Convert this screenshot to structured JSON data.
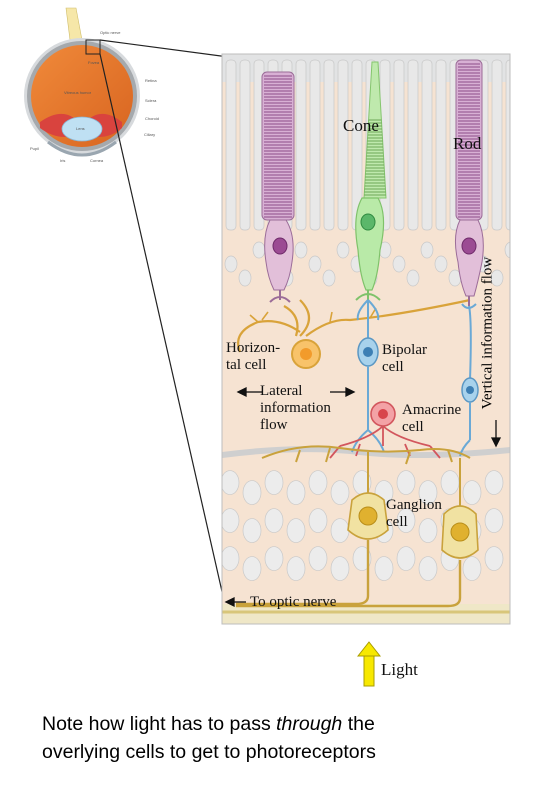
{
  "retina": {
    "labels": {
      "cone": "Cone",
      "rod": "Rod",
      "horizontal_cell": "Horizon-\ntal cell",
      "bipolar_cell": "Bipolar\ncell",
      "amacrine_cell": "Amacrine\ncell",
      "ganglion_cell": "Ganglion\ncell",
      "lateral_flow": "Lateral\ninformation\nflow",
      "vertical_flow": "Vertical information flow",
      "optic_nerve": "To optic nerve",
      "light": "Light"
    }
  },
  "eye": {
    "labels": {
      "vitreous": "Vitreous humor",
      "lens": "Lens",
      "cornea": "Cornea",
      "iris": "Iris",
      "pupil": "Pupil",
      "retina": "Retina",
      "sclera": "Sclera",
      "choroid": "Choroid",
      "optic_nerve": "Optic nerve",
      "fovea": "Fovea",
      "ciliary": "Ciliary"
    }
  },
  "caption": {
    "line1_pre": "Note how light has to pass ",
    "line1_em": "through",
    "line1_post": " the",
    "line2": "overlying cells to get to photoreceptors"
  },
  "colors": {
    "background_tissue": "#f6e3d2",
    "cone": "#b9eaa8",
    "rod": "#dcb7d6",
    "nucleus": "#9b4b93",
    "horizontal": "#f5c35a",
    "bipolar": "#a8d2ec",
    "amacrine": "#f3a2a6",
    "ganglion": "#f1e2a2",
    "neuron_outline": "#c9a23c",
    "eyeball": "#e9782e",
    "lens": "#bfe0f3",
    "light_arrow": "#f7e800"
  }
}
